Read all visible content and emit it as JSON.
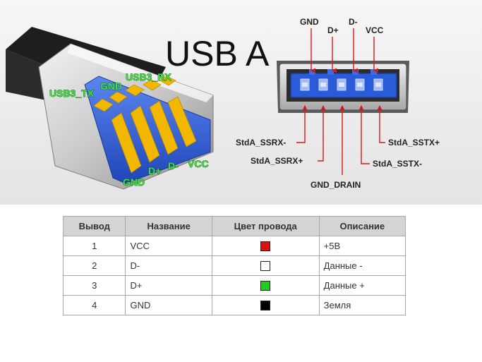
{
  "title": "USB A",
  "plug_labels": {
    "usb3_tx": "USB3_TX",
    "gnd_top": "GND",
    "usb3_rx": "USB3_RX",
    "gnd_bottom": "GND",
    "d_plus": "D+",
    "d_minus": "D-",
    "vcc": "VCC"
  },
  "socket_labels": {
    "gnd": "GND",
    "d_plus": "D+",
    "d_minus": "D-",
    "vcc": "VCC",
    "ssrx_minus": "StdA_SSRX-",
    "ssrx_plus": "StdA_SSRX+",
    "gnd_drain": "GND_DRAIN",
    "sstx_minus": "StdA_SSTX-",
    "sstx_plus": "StdA_SSTX+"
  },
  "colors": {
    "label_green": "#3ee53e",
    "arrow_red": "#d81818",
    "contact_blue": "#2a5bd8",
    "contact_gold": "#f2b800"
  },
  "table": {
    "headers": [
      "Вывод",
      "Название",
      "Цвет провода",
      "Описание"
    ],
    "rows": [
      {
        "pin": "1",
        "name": "VCC",
        "color": "#e01010",
        "desc": "+5В"
      },
      {
        "pin": "2",
        "name": "D-",
        "color": "#ffffff",
        "desc": "Данные -"
      },
      {
        "pin": "3",
        "name": "D+",
        "color": "#22cc22",
        "desc": "Данные +"
      },
      {
        "pin": "4",
        "name": "GND",
        "color": "#000000",
        "desc": "Земля"
      }
    ]
  }
}
